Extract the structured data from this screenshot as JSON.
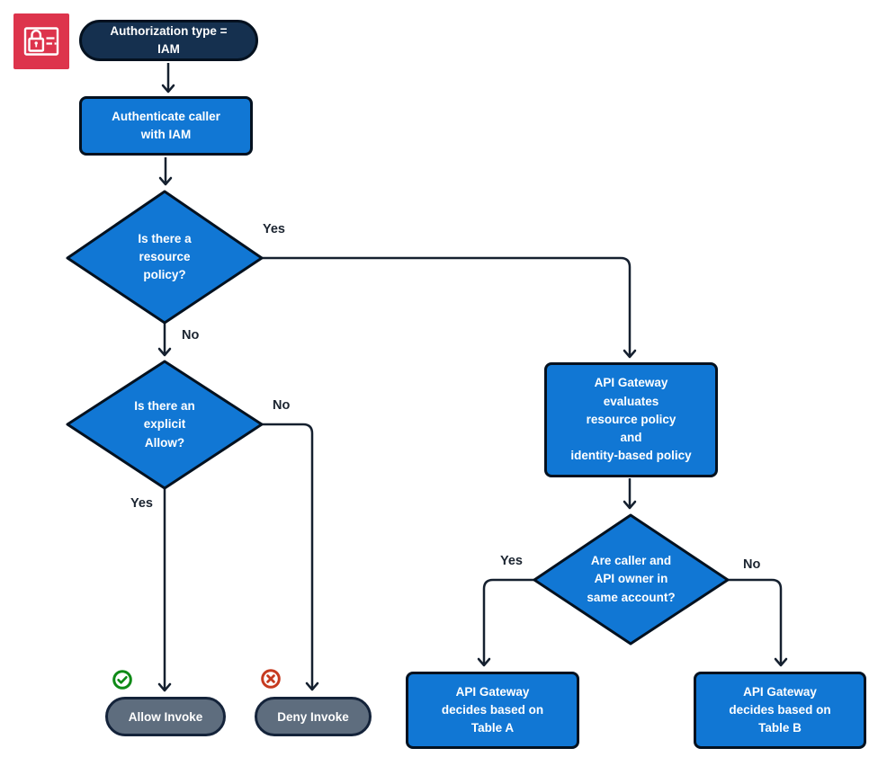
{
  "colors": {
    "blue": "#1177D4",
    "navy": "#15304F",
    "gray": "#5E6D7E",
    "line": "#15202F",
    "shape_border": "#04111F",
    "label": "#1B2430",
    "green": "#0E8A16",
    "red": "#C63A1F",
    "icon_bg": "#DD344C"
  },
  "icon": {
    "name": "iam-service-icon"
  },
  "nodes": {
    "start": "Authorization type =\nIAM",
    "authenticate": "Authenticate caller\nwith IAM",
    "resource_policy": "Is there a\nresource\npolicy?",
    "explicit_allow": "Is there an\nexplicit\nAllow?",
    "evaluate": "API Gateway\nevaluates\nresource policy\nand\nidentity-based policy",
    "same_account": "Are caller and\nAPI owner in\nsame account?",
    "allow_invoke": "Allow Invoke",
    "deny_invoke": "Deny Invoke",
    "table_a": "API Gateway\ndecides based on\nTable A",
    "table_b": "API Gateway\ndecides based on\nTable B"
  },
  "edge_labels": {
    "resource_policy_yes": "Yes",
    "resource_policy_no": "No",
    "explicit_allow_no": "No",
    "explicit_allow_yes": "Yes",
    "same_account_yes": "Yes",
    "same_account_no": "No"
  }
}
